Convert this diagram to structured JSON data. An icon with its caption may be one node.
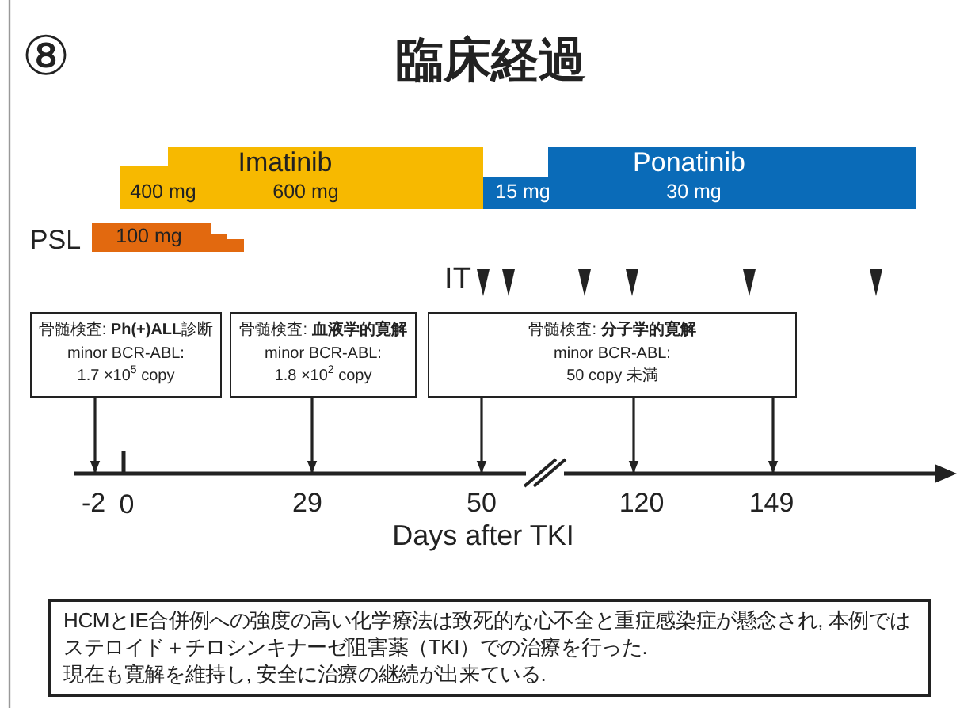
{
  "diagram": {
    "title": "臨床経過",
    "nodes": [
      {
        "text": [
          "Imatinib",
          "400 mg",
          "600 mg"
        ]
      },
      {
        "text": [
          "Ponatinib",
          "15 mg",
          "30 mg"
        ]
      },
      {
        "text": [
          "100 mg"
        ],
        "beside": [
          "PSL"
        ]
      },
      {
        "text": [
          "骨髄検査: **Ph(+)ALL**診断",
          "minor BCR-ABL:",
          "1.7 ×10$^{5}$ copy"
        ]
      },
      {
        "text": [
          "骨髄検査: **血液学的寛解**",
          "minor BCR-ABL:",
          "1.8 ×10$^{2}$ copy"
        ]
      },
      {
        "text": [
          "骨髄検査: **分子学的寛解**",
          "minor BCR-ABL:",
          "50 copy 未満"
        ]
      },
      {
        "text": [
          "-2"
        ]
      },
      {
        "text": [
          "29"
        ]
      },
      {
        "text": [
          "50"
        ]
      },
      {
        "text": [
          "120"
        ]
      },
      {
        "text": [
          "149"
        ]
      },
      {
        "text": [
          "HCMとIE合併例への強度の高い化学療法は致死的な心不全と重症感染症が懸念され, 本例ではステロイド＋チロシンキナーゼ阻害薬（TKI）での治療を行った.",
          "現在も寛解を維持し, 安全に治療の継続が出来ている."
        ]
      }
    ],
    "edges": [
      {
        "from": 3,
        "to": 6,
        "arrow": "to"
      },
      {
        "from": 4,
        "to": 7,
        "arrow": "to"
      },
      {
        "from": 5,
        "to": 8,
        "arrow": "to"
      },
      {
        "from": 5,
        "to": 9,
        "arrow": "to"
      },
      {
        "from": 5,
        "to": 10,
        "arrow": "to"
      }
    ],
    "labels": [
      "⑧",
      "IT",
      "0",
      "Days after TKI"
    ]
  }
}
